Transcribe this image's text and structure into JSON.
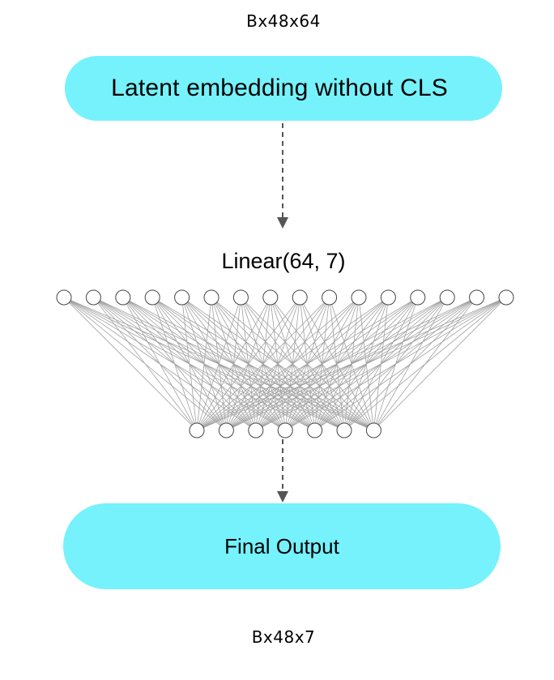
{
  "input_shape": "Bx48x64",
  "input_node": {
    "label": "Latent embedding without CLS"
  },
  "layer": {
    "title": "Linear(64, 7)",
    "input_neurons_drawn": 16,
    "output_neurons_drawn": 7
  },
  "output_node": {
    "label": "Final Output"
  },
  "output_shape": "Bx48x7",
  "colors": {
    "pill_fill": "#75f2fc",
    "arrow": "#555555",
    "edge": "#a0a0a0",
    "neuron_stroke": "#444444"
  }
}
